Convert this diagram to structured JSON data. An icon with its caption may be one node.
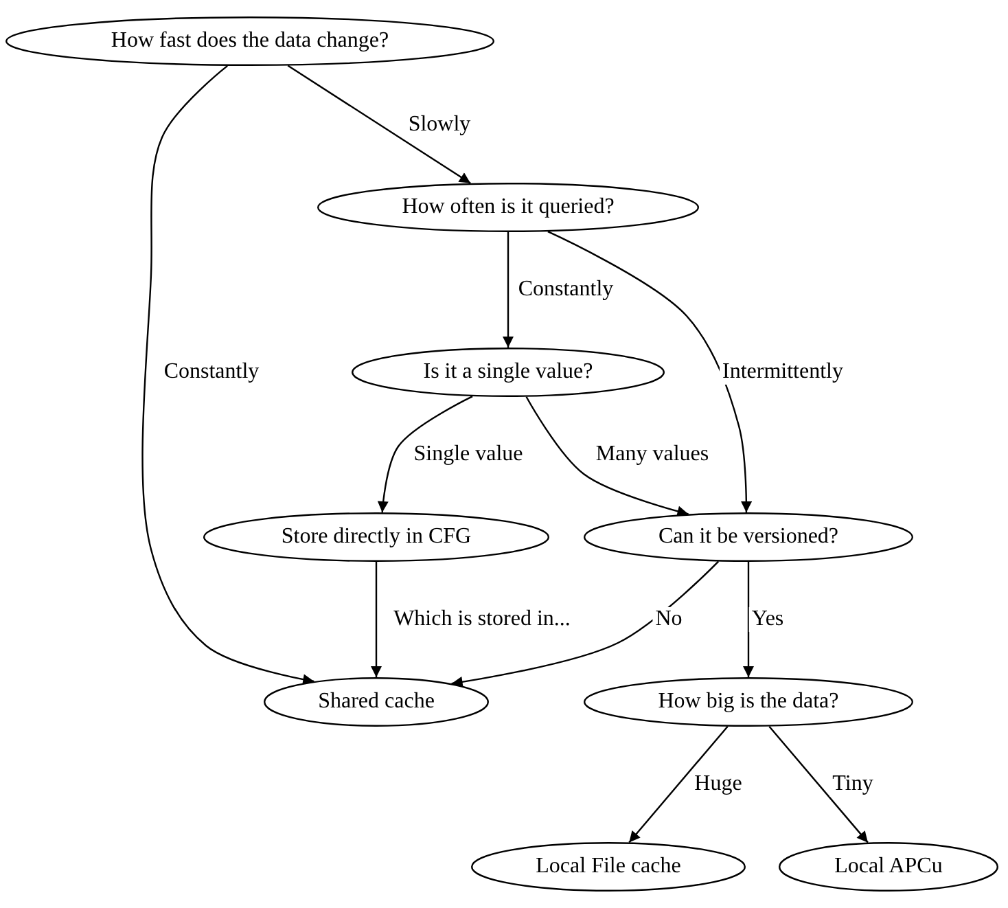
{
  "diagram": {
    "nodes": [
      {
        "text": [
          "How fast does the data change?"
        ]
      },
      {
        "text": [
          "How often is it queried?"
        ]
      },
      {
        "text": [
          "Is it a single value?"
        ]
      },
      {
        "text": [
          "Store directly in CFG"
        ]
      },
      {
        "text": [
          "Can it be versioned?"
        ]
      },
      {
        "text": [
          "Shared cache"
        ]
      },
      {
        "text": [
          "How big is the data?"
        ]
      },
      {
        "text": [
          "Local File cache"
        ]
      },
      {
        "text": [
          "Local APCu"
        ]
      }
    ],
    "edges": [
      {
        "from": 0,
        "to": 1,
        "arrow": "to",
        "label": "Slowly"
      },
      {
        "from": 0,
        "to": 5,
        "arrow": "to",
        "label": "Constantly"
      },
      {
        "from": 1,
        "to": 2,
        "arrow": "to",
        "label": "Constantly"
      },
      {
        "from": 1,
        "to": 4,
        "arrow": "to",
        "label": "Intermittently"
      },
      {
        "from": 2,
        "to": 3,
        "arrow": "to",
        "label": "Single value"
      },
      {
        "from": 2,
        "to": 4,
        "arrow": "to",
        "label": "Many values"
      },
      {
        "from": 3,
        "to": 5,
        "arrow": "to",
        "label": "Which is stored in..."
      },
      {
        "from": 4,
        "to": 5,
        "arrow": "to",
        "label": "No"
      },
      {
        "from": 4,
        "to": 6,
        "arrow": "to",
        "label": "Yes"
      },
      {
        "from": 6,
        "to": 7,
        "arrow": "to",
        "label": "Huge"
      },
      {
        "from": 6,
        "to": 8,
        "arrow": "to",
        "label": "Tiny"
      }
    ]
  }
}
